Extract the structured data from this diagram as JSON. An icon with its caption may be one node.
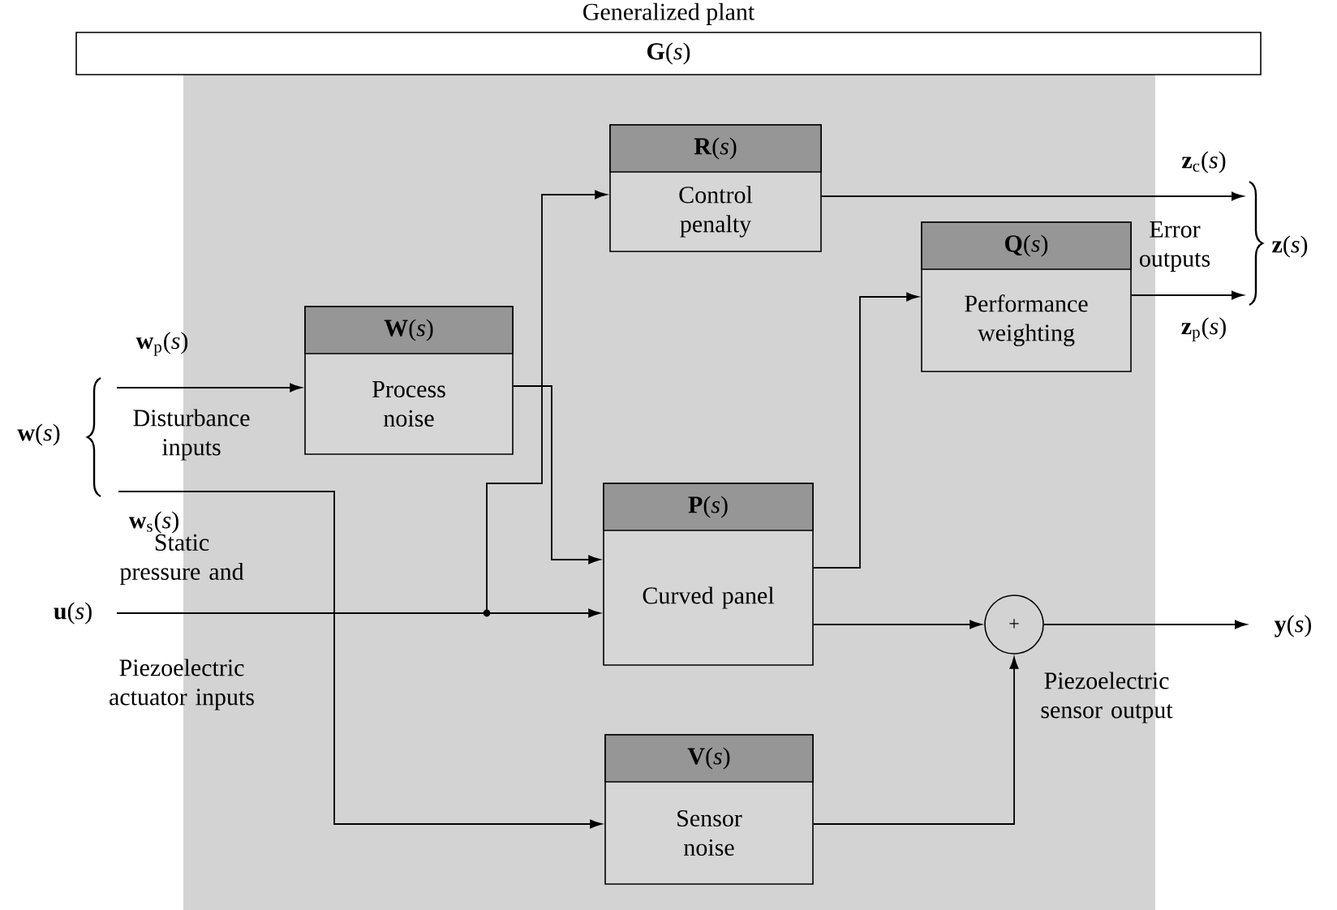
{
  "diagram": {
    "nodes": [
      {
        "text": [
          "Generalized plant",
          "**G**(*s*)"
        ]
      },
      {
        "text": [
          "**W**(*s*)",
          "Process noise"
        ]
      },
      {
        "text": [
          "**R**(*s*)",
          "Control penalty"
        ]
      },
      {
        "text": [
          "**Q**(*s*)",
          "Performance weighting"
        ]
      },
      {
        "text": [
          "**P**(*s*)",
          "Curved panel"
        ]
      },
      {
        "text": [
          "**V**(*s*)",
          "Sensor noise"
        ]
      },
      {
        "text": [
          "+"
        ]
      }
    ],
    "edges": [
      {
        "from": null,
        "to": 1,
        "arrow": "to",
        "label": "**w**$_{p}$(*s*)"
      },
      {
        "from": null,
        "to": 5,
        "arrow": "to",
        "label": "**w**$_{s}$(*s*)"
      },
      {
        "from": null,
        "to": 4,
        "arrow": "to",
        "label": "**u**(*s*)"
      },
      {
        "from": null,
        "to": 2,
        "arrow": "to"
      },
      {
        "from": 1,
        "to": 4,
        "arrow": "to"
      },
      {
        "from": 4,
        "to": 3,
        "arrow": "to"
      },
      {
        "from": 2,
        "to": null,
        "arrow": "to",
        "label": "**z**$_{c}$(*s*)"
      },
      {
        "from": 3,
        "to": null,
        "arrow": "to",
        "label": "**z**$_{p}$(*s*)"
      },
      {
        "from": 4,
        "to": 6,
        "arrow": "to"
      },
      {
        "from": 5,
        "to": 6,
        "arrow": "to"
      },
      {
        "from": 6,
        "to": null,
        "arrow": "to",
        "label": "**y**(*s*)"
      }
    ],
    "labels": [
      "**w**(*s*)",
      "Disturbance inputs",
      "Static pressure and",
      "Piezoelectric actuator inputs",
      "Error outputs",
      "**z**(*s*)",
      "Piezoelectric sensor output"
    ]
  }
}
